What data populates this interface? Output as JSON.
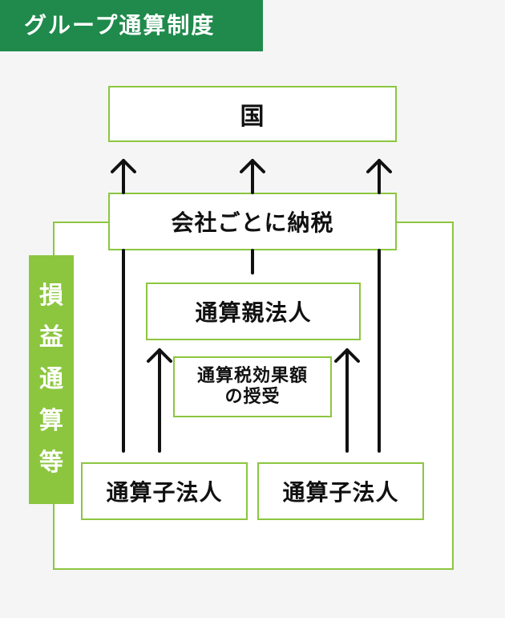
{
  "header": {
    "title": "グループ通算制度"
  },
  "diagram": {
    "nodes": {
      "state": "国",
      "tax_per_company": "会社ごとに納税",
      "parent": "通算親法人",
      "tax_effect_line1": "通算税効果額",
      "tax_effect_line2": "の授受",
      "subsidiary_1": "通算子法人",
      "subsidiary_2": "通算子法人"
    },
    "side_label": [
      "損",
      "益",
      "通",
      "算",
      "等"
    ]
  },
  "colors": {
    "header_bg": "#1f8a4c",
    "accent_green": "#8cc63f",
    "arrow": "#111111",
    "background": "#f5f5f5"
  }
}
